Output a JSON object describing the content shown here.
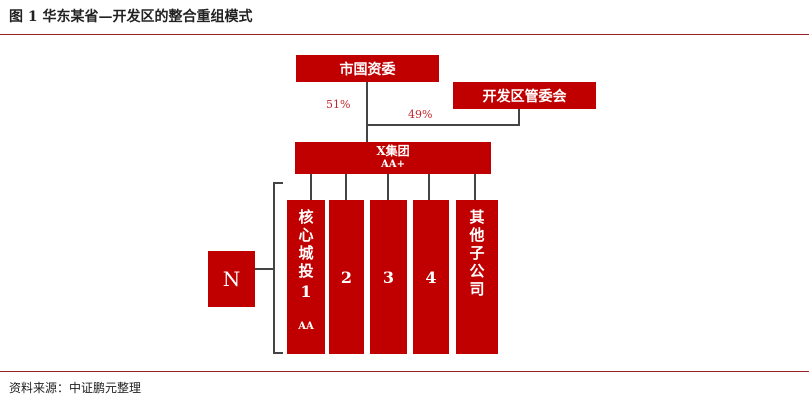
{
  "figure": {
    "title": "图 1  华东某省—开发区的整合重组模式",
    "source": "资料来源：中证鹏元整理"
  },
  "nodes": {
    "sasac": "市国资委",
    "zone_committee": "开发区管委会",
    "group_name": "X集团",
    "group_rating": "AA+",
    "n_label": "N",
    "core_chars": [
      "核",
      "心",
      "城",
      "投"
    ],
    "core_number": "1",
    "core_rating": "AA",
    "sub2": "2",
    "sub3": "3",
    "sub4": "4",
    "others_chars": [
      "其",
      "他",
      "子",
      "公",
      "司"
    ]
  },
  "edges": {
    "sasac_share": "51%",
    "zone_share": "49%"
  },
  "colors": {
    "box_fill": "#c00000",
    "rule": "#9a1f24",
    "line": "#444444"
  }
}
